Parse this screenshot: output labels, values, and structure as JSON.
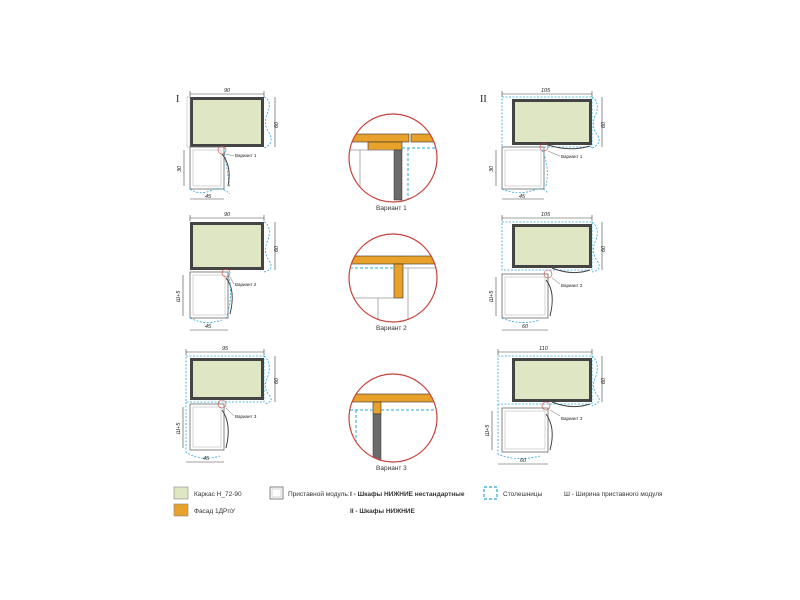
{
  "columns": {
    "left_label": "I",
    "right_label": "II"
  },
  "rows": [
    {
      "left": {
        "top_width": "90",
        "height": "60",
        "side": "30",
        "bottom": "45",
        "callout": "Вариант 1"
      },
      "right": {
        "top_width": "105",
        "height": "60",
        "side": "30",
        "bottom": "45",
        "callout": "Вариант 1"
      },
      "detail_caption": "Вариант 1"
    },
    {
      "left": {
        "top_width": "90",
        "height": "60",
        "side": "Ш+5",
        "bottom": "45",
        "callout": "Вариант 2"
      },
      "right": {
        "top_width": "105",
        "height": "60",
        "side": "Ш+5",
        "bottom": "60",
        "callout": "Вариант 2"
      },
      "detail_caption": "Вариант 2"
    },
    {
      "left": {
        "top_width": "95",
        "height": "60",
        "side": "Ш+5",
        "bottom": "45",
        "callout": "Вариант 3"
      },
      "right": {
        "top_width": "110",
        "height": "60",
        "side": "Ш+5",
        "bottom": "60",
        "callout": "Вариант 3"
      },
      "detail_caption": "Вариант 3"
    }
  ],
  "legend": {
    "carcass": "Каркас Н_72-90",
    "facade": "Фасад 1ДРпУ",
    "module_label": "Приставной модуль:",
    "module_type_1": "I - Шкафы НИЖНИЕ нестандартные",
    "module_type_2": "II - Шкафы НИЖНИЕ",
    "countertop": "Столешницы",
    "width_note": "Ш - Ширина приставного модуля"
  },
  "colors": {
    "carcass": "#dfe6c3",
    "facade": "#e8a12a",
    "outline": "#444444",
    "countertop": "#2aa7d8",
    "circle": "#c8403a",
    "leg": "#6b6b6b"
  }
}
